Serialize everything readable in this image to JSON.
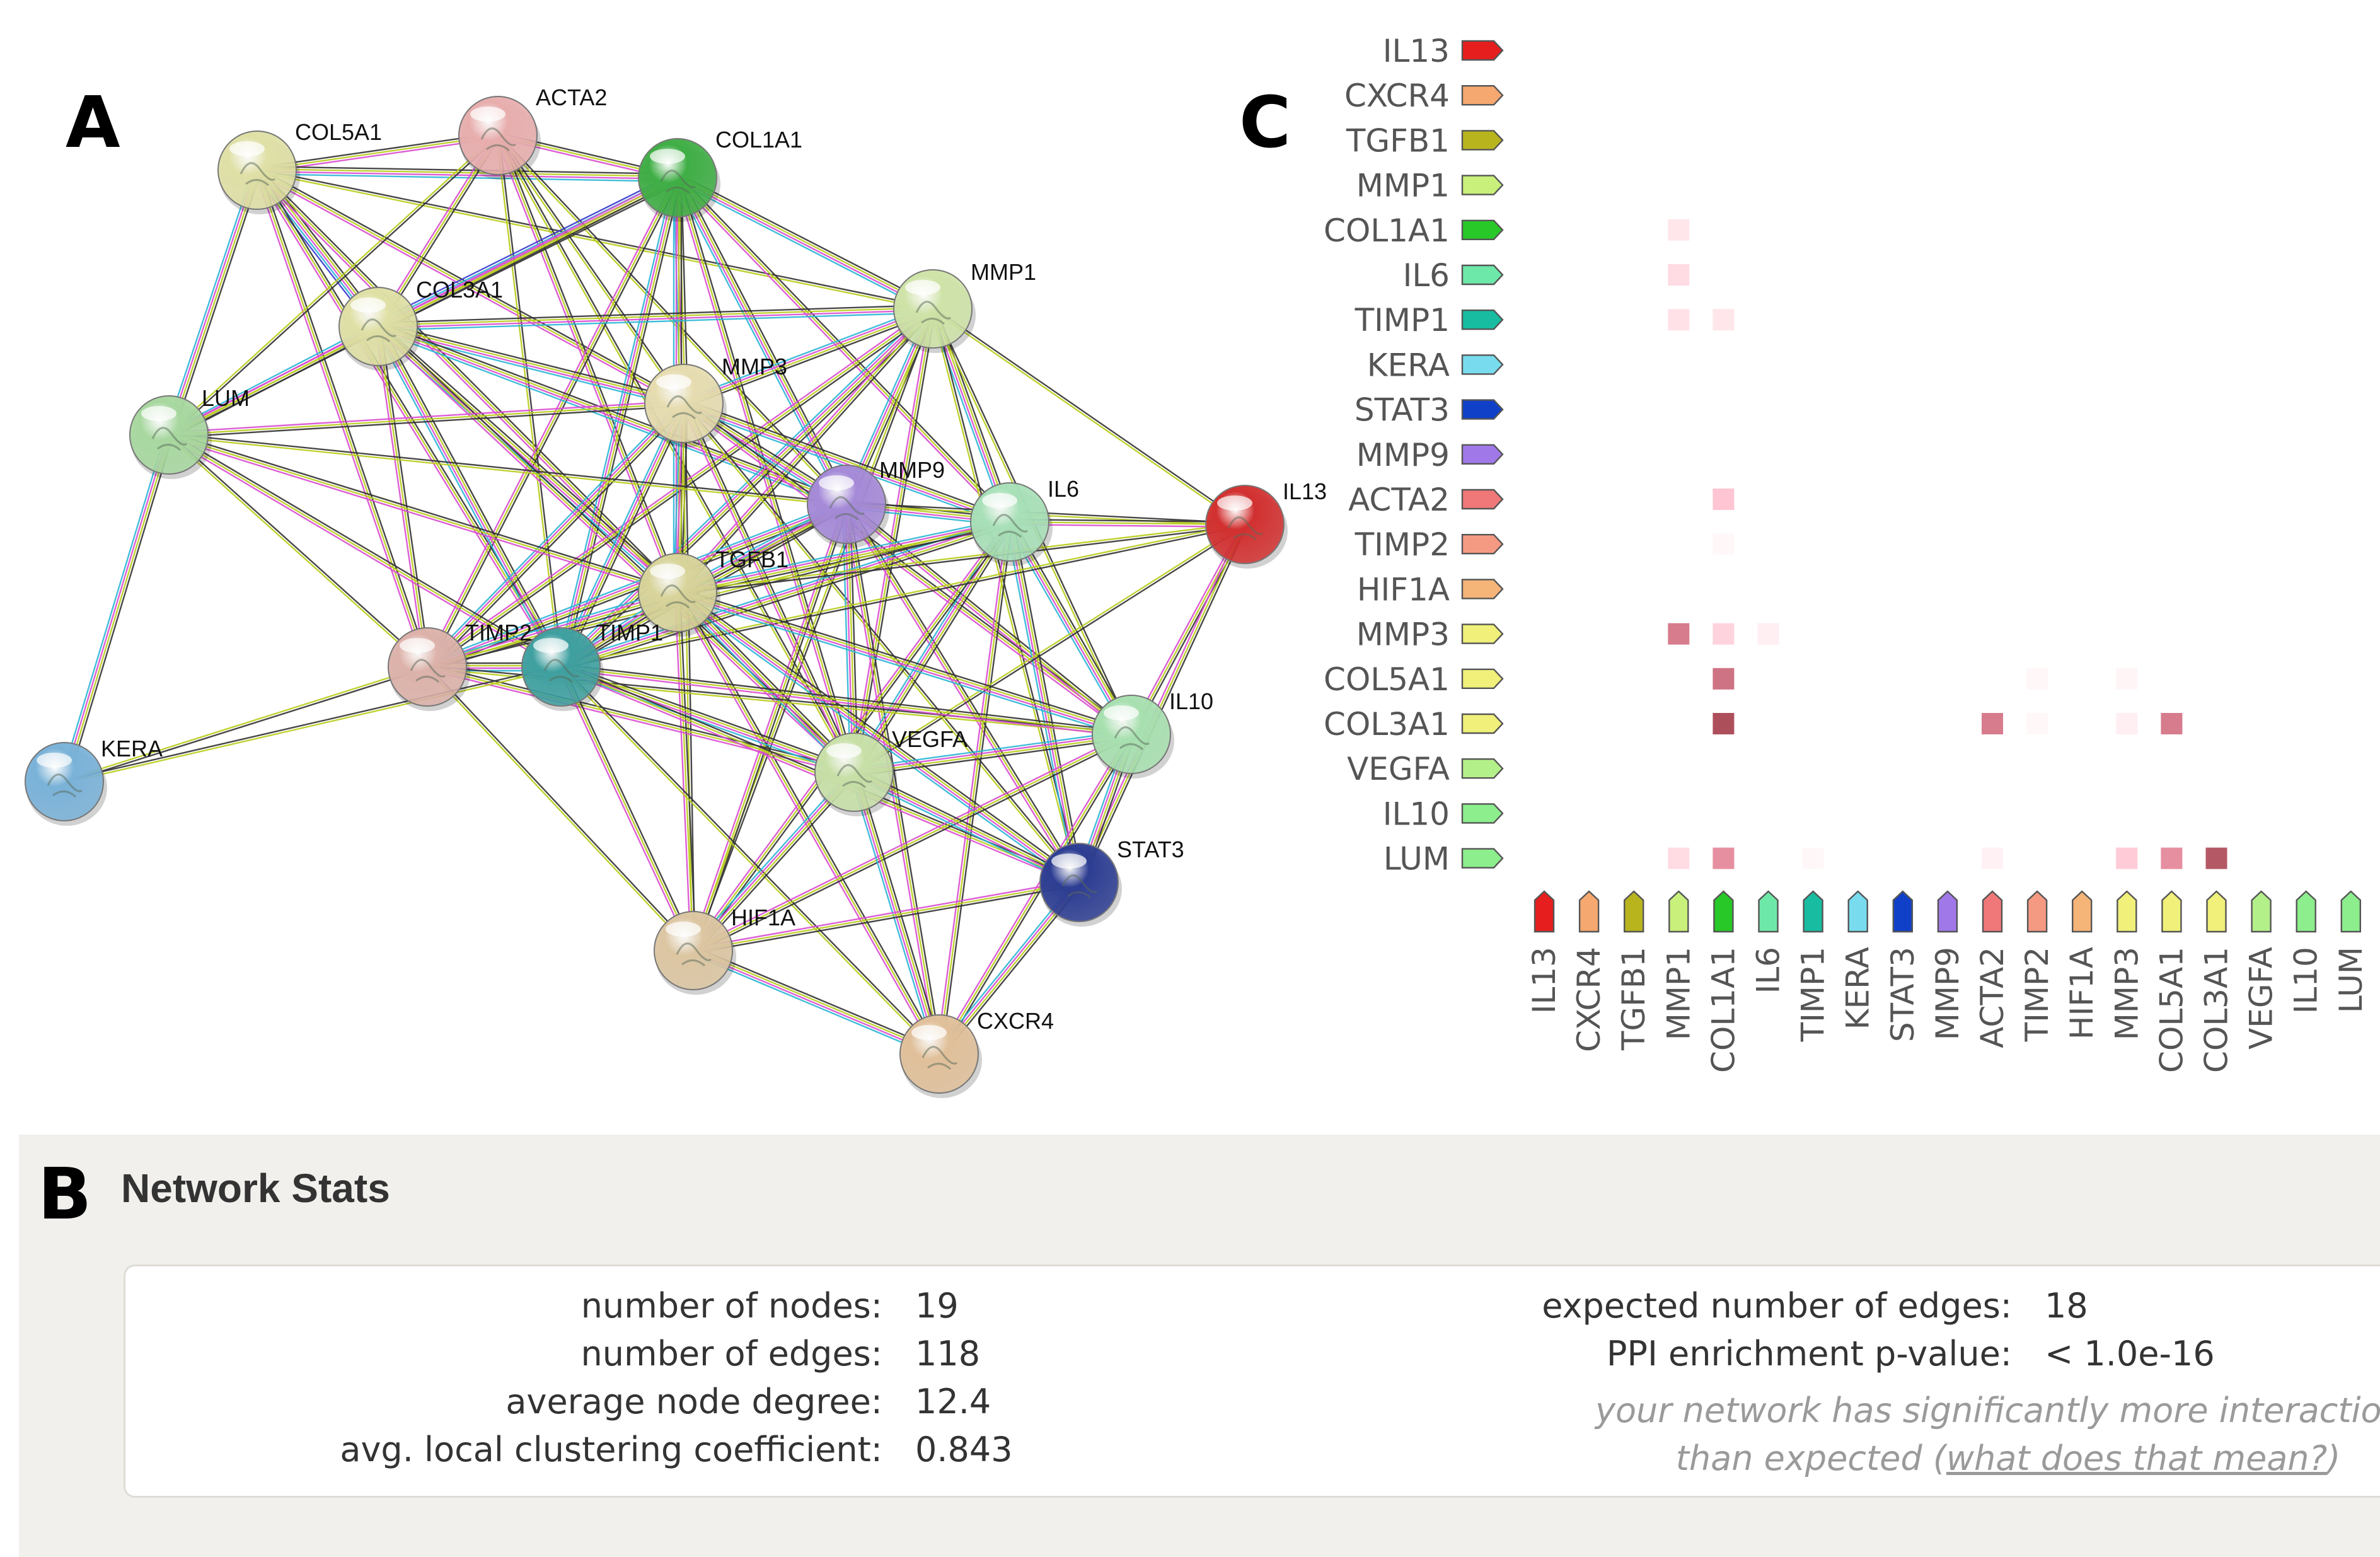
{
  "panels": {
    "a": "A",
    "b": "B",
    "c": "C"
  },
  "network": {
    "nodes": [
      {
        "id": "COL5A1",
        "color": "#dfe0a6"
      },
      {
        "id": "ACTA2",
        "color": "#e8aeae"
      },
      {
        "id": "COL1A1",
        "color": "#3fae45"
      },
      {
        "id": "COL3A1",
        "color": "#dfe0a6"
      },
      {
        "id": "MMP1",
        "color": "#cfe3a8"
      },
      {
        "id": "MMP3",
        "color": "#e6dcb0"
      },
      {
        "id": "LUM",
        "color": "#a8d8a0"
      },
      {
        "id": "MMP9",
        "color": "#a58ad8"
      },
      {
        "id": "IL6",
        "color": "#a8e0b8"
      },
      {
        "id": "IL13",
        "color": "#d23030"
      },
      {
        "id": "TGFB1",
        "color": "#d8d49a"
      },
      {
        "id": "TIMP2",
        "color": "#dcb2aa"
      },
      {
        "id": "TIMP1",
        "color": "#3fa0a0"
      },
      {
        "id": "KERA",
        "color": "#7ab2d8"
      },
      {
        "id": "IL10",
        "color": "#a8e0b0"
      },
      {
        "id": "VEGFA",
        "color": "#c8e0a8"
      },
      {
        "id": "STAT3",
        "color": "#2d3d92"
      },
      {
        "id": "HIF1A",
        "color": "#dcc6a2"
      },
      {
        "id": "CXCR4",
        "color": "#e0c09a"
      }
    ],
    "edge_colors": [
      "#333333",
      "#b8cc1a",
      "#d94cd0",
      "#2bb6d6",
      "#3a3ad0"
    ]
  },
  "heatmap": {
    "row_labels": [
      "IL13",
      "CXCR4",
      "TGFB1",
      "MMP1",
      "COL1A1",
      "IL6",
      "TIMP1",
      "KERA",
      "STAT3",
      "MMP9",
      "ACTA2",
      "TIMP2",
      "HIF1A",
      "MMP3",
      "COL5A1",
      "COL3A1",
      "VEGFA",
      "IL10",
      "LUM"
    ],
    "col_labels": [
      "IL13",
      "CXCR4",
      "TGFB1",
      "MMP1",
      "COL1A1",
      "IL6",
      "TIMP1",
      "KERA",
      "STAT3",
      "MMP9",
      "ACTA2",
      "TIMP2",
      "HIF1A",
      "MMP3",
      "COL5A1",
      "COL3A1",
      "VEGFA",
      "IL10",
      "LUM"
    ],
    "label_colors": [
      "#e61e1e",
      "#f5a870",
      "#b8b41e",
      "#c8f07a",
      "#28c828",
      "#6ee8a8",
      "#18bca0",
      "#78dcee",
      "#1040c8",
      "#a078e8",
      "#f07878",
      "#f59a82",
      "#f5b478",
      "#f0f07a",
      "#f0f07a",
      "#f0f07a",
      "#b4f08a",
      "#8cee8c",
      "#8cee8c"
    ],
    "cells": [
      {
        "row": "COL1A1",
        "col": "MMP1",
        "value": 0.08
      },
      {
        "row": "IL6",
        "col": "MMP1",
        "value": 0.12
      },
      {
        "row": "TIMP1",
        "col": "MMP1",
        "value": 0.1
      },
      {
        "row": "TIMP1",
        "col": "COL1A1",
        "value": 0.08
      },
      {
        "row": "ACTA2",
        "col": "COL1A1",
        "value": 0.2
      },
      {
        "row": "TIMP2",
        "col": "COL1A1",
        "value": 0.02
      },
      {
        "row": "MMP3",
        "col": "MMP1",
        "value": 0.55
      },
      {
        "row": "MMP3",
        "col": "COL1A1",
        "value": 0.15
      },
      {
        "row": "MMP3",
        "col": "IL6",
        "value": 0.05
      },
      {
        "row": "COL5A1",
        "col": "COL1A1",
        "value": 0.6
      },
      {
        "row": "COL5A1",
        "col": "TIMP2",
        "value": 0.02
      },
      {
        "row": "COL5A1",
        "col": "MMP3",
        "value": 0.03
      },
      {
        "row": "COL3A1",
        "col": "COL1A1",
        "value": 0.8
      },
      {
        "row": "COL3A1",
        "col": "ACTA2",
        "value": 0.55
      },
      {
        "row": "COL3A1",
        "col": "TIMP2",
        "value": 0.02
      },
      {
        "row": "COL3A1",
        "col": "MMP3",
        "value": 0.05
      },
      {
        "row": "COL3A1",
        "col": "COL5A1",
        "value": 0.55
      },
      {
        "row": "LUM",
        "col": "MMP1",
        "value": 0.12
      },
      {
        "row": "LUM",
        "col": "COL1A1",
        "value": 0.45
      },
      {
        "row": "LUM",
        "col": "TIMP1",
        "value": 0.02
      },
      {
        "row": "LUM",
        "col": "ACTA2",
        "value": 0.04
      },
      {
        "row": "LUM",
        "col": "MMP3",
        "value": 0.18
      },
      {
        "row": "LUM",
        "col": "COL5A1",
        "value": 0.45
      },
      {
        "row": "LUM",
        "col": "COL3A1",
        "value": 0.75
      }
    ]
  },
  "stats": {
    "title": "Network Stats",
    "left": [
      {
        "label": "number of nodes:",
        "value": "19"
      },
      {
        "label": "number of edges:",
        "value": "118"
      },
      {
        "label": "average node degree:",
        "value": "12.4"
      },
      {
        "label": "avg. local clustering coefficient:",
        "value": "0.843"
      }
    ],
    "right": [
      {
        "label": "expected number of edges:",
        "value": "18"
      },
      {
        "label": "PPI enrichment p-value:",
        "value": "< 1.0e-16"
      }
    ],
    "note_line1": "your network has significantly more interactions",
    "note_line2_prefix": "than expected (",
    "note_link": "what does that mean?",
    "note_line2_suffix": ")"
  }
}
